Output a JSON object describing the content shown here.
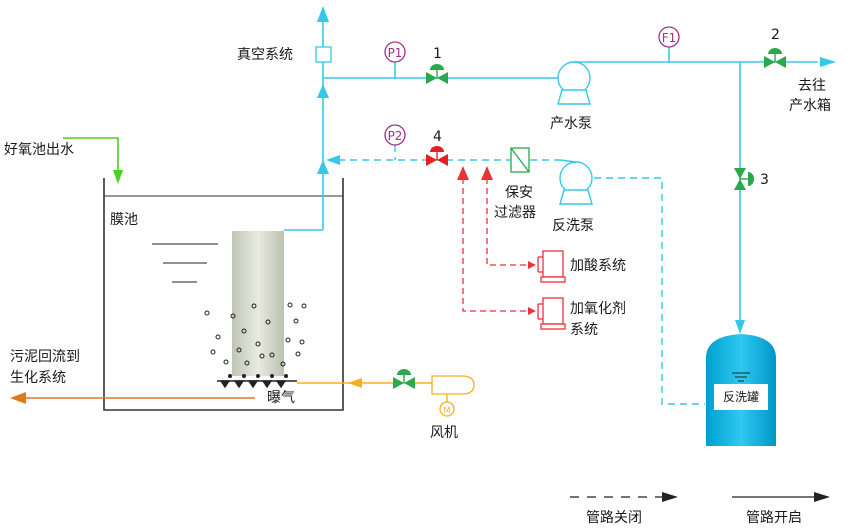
{
  "colors": {
    "open_pipe": "#35c8e8",
    "closed_pipe": "#35c8e8",
    "chemical_line": "#e8333a",
    "air_line": "#f5b020",
    "sludge_line": "#e07a18",
    "valve_open": "#2aa84a",
    "valve_closed": "#e52020",
    "inflow_arrow": "#4ad020",
    "gauge": "#a0308a",
    "tank": "#00a8d8"
  },
  "labels": {
    "vacuum_system": "真空系统",
    "aerobic_outlet": "好氧池出水",
    "membrane_tank": "膜池",
    "production_pump": "产水泵",
    "backwash_pump": "反洗泵",
    "security_filter_line1": "保安",
    "security_filter_line2": "过滤器",
    "acid_system": "加酸系统",
    "oxidant_system_line1": "加氧化剂",
    "oxidant_system_line2": "系统",
    "sludge_return_line1": "污泥回流到",
    "sludge_return_line2": "生化系统",
    "aeration": "曝气",
    "blower": "风机",
    "backwash_tank": "反洗罐",
    "to_product_tank_line1": "去往",
    "to_product_tank_line2": "产水箱",
    "legend_closed": "管路关闭",
    "legend_open": "管路开启"
  },
  "gauges": {
    "p1": "P1",
    "p2": "P2",
    "f1": "F1"
  },
  "valves": {
    "v1": "1",
    "v2": "2",
    "v3": "3",
    "v4": "4"
  }
}
